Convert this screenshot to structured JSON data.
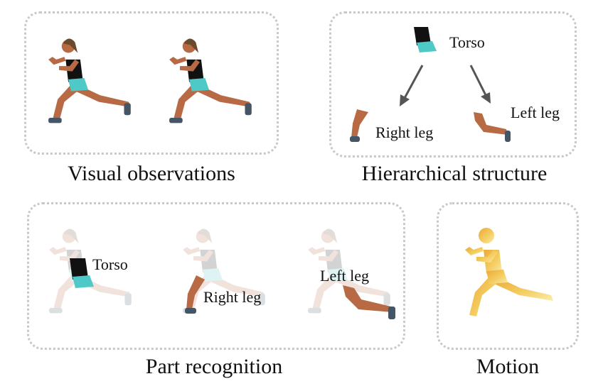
{
  "panels": {
    "visual_observations": {
      "caption": "Visual observations"
    },
    "hierarchical_structure": {
      "caption": "Hierarchical structure",
      "labels": {
        "torso": "Torso",
        "right_leg": "Right leg",
        "left_leg": "Left leg"
      }
    },
    "part_recognition": {
      "caption": "Part recognition",
      "labels": {
        "torso": "Torso",
        "right_leg": "Right leg",
        "left_leg": "Left leg"
      }
    },
    "motion": {
      "caption": "Motion"
    }
  },
  "colors": {
    "skin": "#b86a45",
    "hair": "#6b4a2e",
    "top": "#111111",
    "shorts": "#4fc8c8",
    "shoe": "#445566",
    "arrow": "#555555",
    "border": "#c8c8c8",
    "motion_warm": "#f0b030"
  }
}
